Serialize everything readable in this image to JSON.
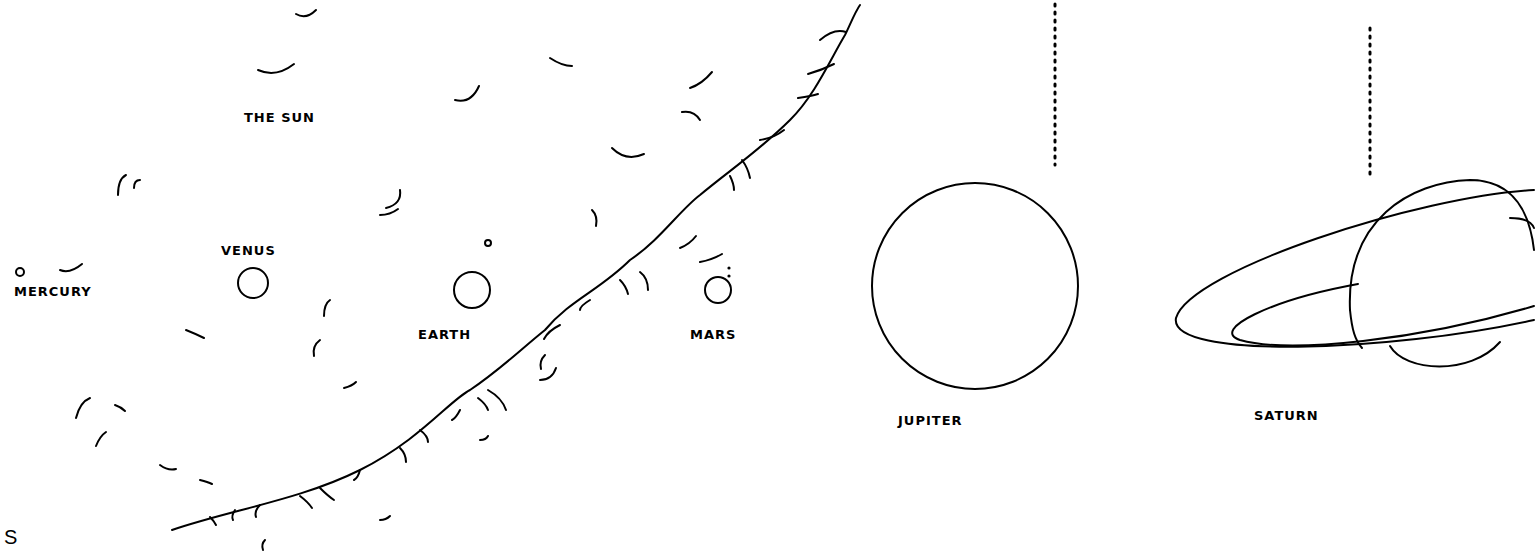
{
  "diagram": {
    "labels": [
      "THE SUN",
      "VENUS",
      "MERCURY",
      "EARTH",
      "MARS",
      "JUPITER",
      "SATURN",
      "S"
    ]
  }
}
